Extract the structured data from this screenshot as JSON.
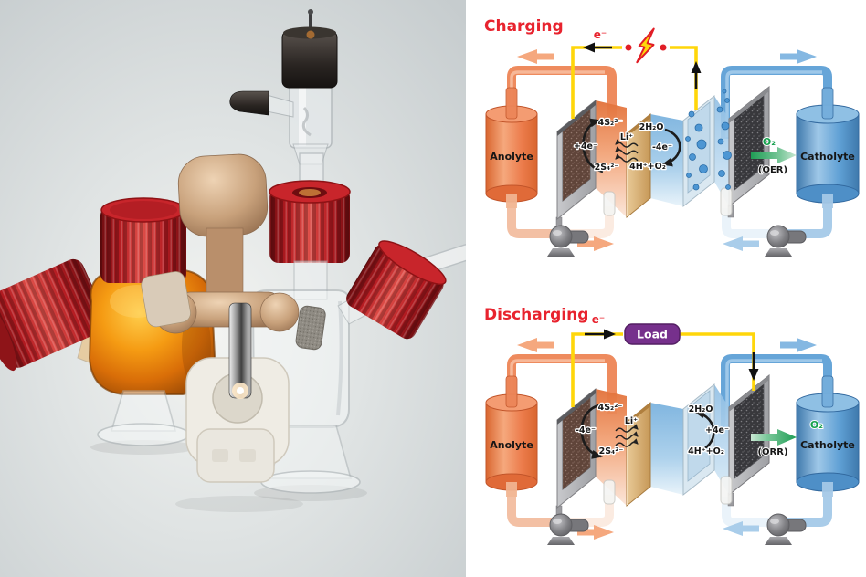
{
  "panels": {
    "charging": {
      "title": "Charging",
      "electron_flow_label": "e⁻",
      "anolyte_tank_label": "Anolyte",
      "catholyte_tank_label": "Catholyte",
      "anode_reaction": {
        "top": "4S₂²⁻",
        "electrons": "+4e⁻",
        "bottom": "2S₄²⁻"
      },
      "membrane_ion_label": "Li⁺",
      "cathode_reaction": {
        "top": "2H₂O",
        "electrons": "-4e⁻",
        "bottom": "4H⁺+O₂"
      },
      "oxygen_label": "O₂",
      "oxygen_process_label": "(OER)"
    },
    "discharging": {
      "title": "Discharging",
      "electron_flow_label": "e⁻",
      "load_label": "Load",
      "anolyte_tank_label": "Anolyte",
      "catholyte_tank_label": "Catholyte",
      "anode_reaction": {
        "top": "4S₂²⁻",
        "electrons": "-4e⁻",
        "bottom": "2S₄²⁻"
      },
      "membrane_ion_label": "Li⁺",
      "cathode_reaction": {
        "top": "2H₂O",
        "electrons": "+4e⁻",
        "bottom": "4H⁺+O₂"
      },
      "oxygen_label": "O₂",
      "oxygen_process_label": "(ORR)"
    },
    "colors": {
      "title_red": "#E8232E",
      "wire_yellow": "#FFD60A",
      "load_purple": "#76308C",
      "oxygen_green": "#14A04C",
      "anolyte_orange": "#ED7B4B",
      "catholyte_blue": "#5E9FD4",
      "membrane_tan": "#C69857"
    }
  }
}
